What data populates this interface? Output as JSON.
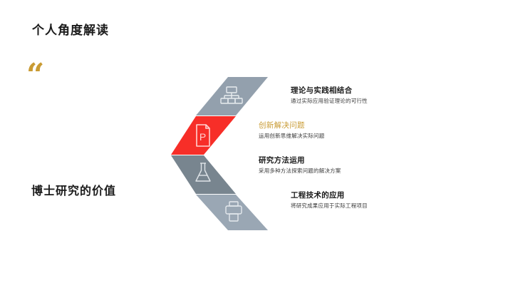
{
  "slide": {
    "title": "个人角度解读",
    "quote_glyph": "“",
    "quote_icon_name": "quote-open-icon",
    "subject_label": "博士研究的价值",
    "background_color": "#ffffff",
    "accent_color": "#c99b33",
    "highlight_color": "#f72e28"
  },
  "diagram": {
    "type": "chevron",
    "direction": "left",
    "bands": [
      {
        "index": 1,
        "title": "理论与实践相结合",
        "desc": "通过实际应用验证理论的可行性",
        "icon": "hierarchy-icon",
        "fill": "#93a0ad",
        "title_color": "#1b1b1b",
        "highlighted": false
      },
      {
        "index": 2,
        "title": "创新解决问题",
        "desc": "运用创新思维解决实际问题",
        "icon": "document-p-icon",
        "fill": "#f72e28",
        "title_color": "#c99b33",
        "highlighted": true
      },
      {
        "index": 3,
        "title": "研究方法运用",
        "desc": "采用多种方法探索问题的解决方案",
        "icon": "flask-icon",
        "fill": "#78858f",
        "title_color": "#1b1b1b",
        "highlighted": false
      },
      {
        "index": 4,
        "title": "工程技术的应用",
        "desc": "将研究成果应用于实际工程项目",
        "icon": "printer-icon",
        "fill": "#9aa7b4",
        "title_color": "#1b1b1b",
        "highlighted": false
      }
    ]
  }
}
